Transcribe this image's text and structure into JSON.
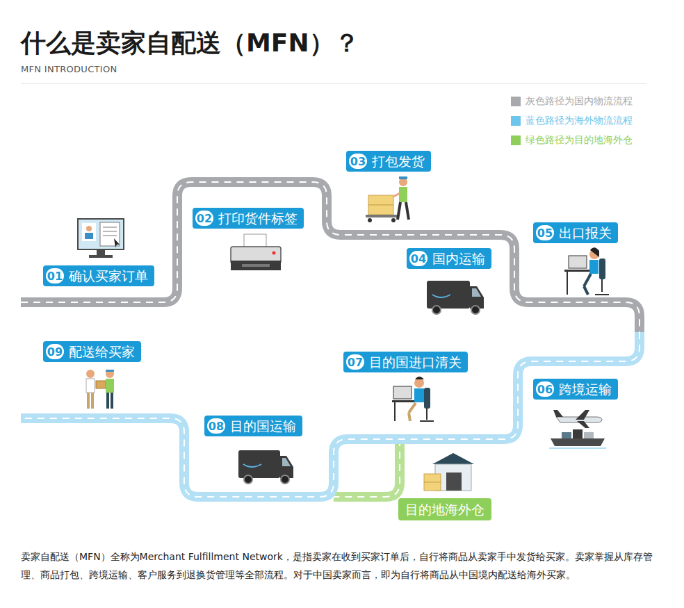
{
  "diagram": {
    "title": "什么是卖家自配送（MFN）？",
    "caption": "卖家自配送（MFN）全称为Merchant Fulfillment Network，是指卖家在收到买家订单后，自行将商品从卖家手中发货给买家。卖家掌握从库存管理、商品打包、跨境运输、客户服务到退换货管理等全部流程。对于中国卖家而言，即为自行将商品从中国境内配送给海外买家。",
    "nodes": [
      {
        "text": [
          "01",
          "确认买家订单"
        ]
      },
      {
        "text": [
          "02",
          "打印货件标签"
        ]
      },
      {
        "text": [
          "03",
          "打包发货"
        ]
      },
      {
        "text": [
          "04",
          "国内运输"
        ]
      },
      {
        "text": [
          "05",
          "出口报关"
        ]
      },
      {
        "text": [
          "06",
          "跨境运输"
        ]
      },
      {
        "text": [
          "07",
          "目的国进口清关"
        ]
      },
      {
        "text": [
          "08",
          "目的国运输"
        ]
      },
      {
        "text": [
          "09",
          "配送给买家"
        ]
      },
      {
        "text": [
          "目的地海外仓"
        ]
      }
    ],
    "labels": [
      "MFN INTRODUCTION"
    ],
    "legend": [
      {
        "text": "灰色路径为国内物流流程",
        "color": "#a7a9ac"
      },
      {
        "text": "蓝色路径为海外物流流程",
        "color": "#6cc5ea"
      },
      {
        "text": "绿色路径为目的地海外仓",
        "color": "#8dcf5a"
      }
    ]
  }
}
